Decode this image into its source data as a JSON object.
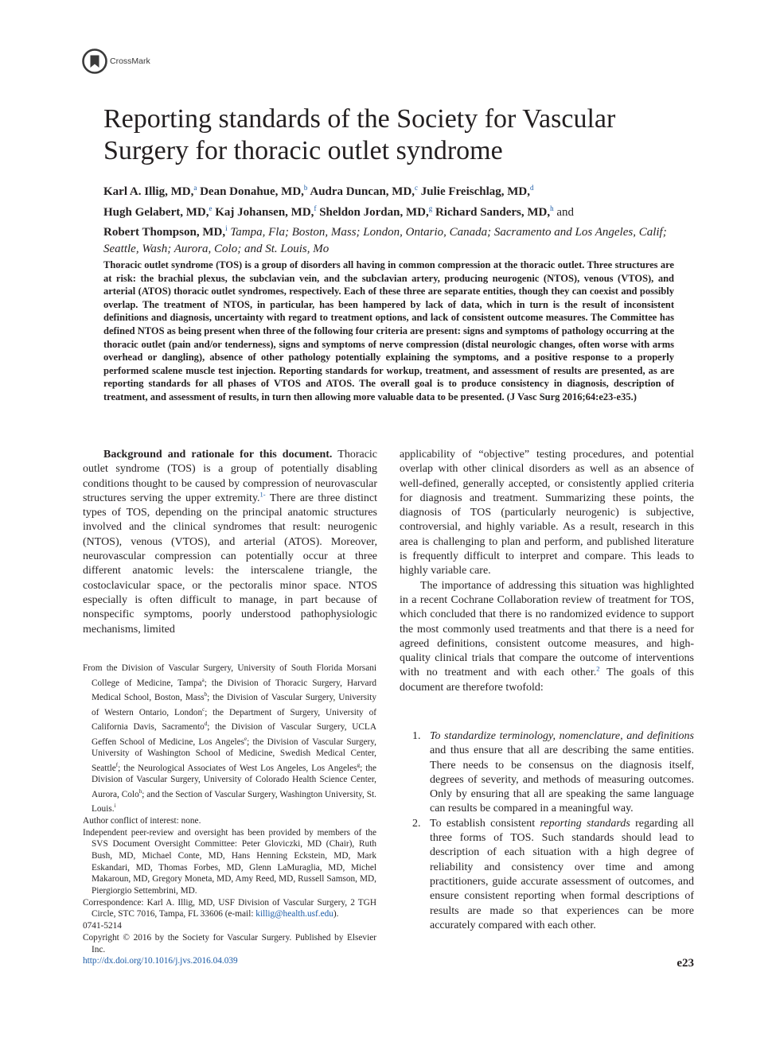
{
  "crossmark": {
    "label": "CrossMark"
  },
  "title": "Reporting standards of the Society for Vascular Surgery for thoracic outlet syndrome",
  "authors": [
    {
      "name": "Karl A. Illig, MD,",
      "sup": "a"
    },
    {
      "name": "Dean Donahue, MD,",
      "sup": "b"
    },
    {
      "name": "Audra Duncan, MD,",
      "sup": "c"
    },
    {
      "name": "Julie Freischlag, MD,",
      "sup": "d"
    },
    {
      "name": "Hugh Gelabert, MD,",
      "sup": "e"
    },
    {
      "name": "Kaj Johansen, MD,",
      "sup": "f"
    },
    {
      "name": "Sheldon Jordan, MD,",
      "sup": "g"
    },
    {
      "name": "Richard Sanders, MD,",
      "sup": "h"
    },
    {
      "name": "Robert Thompson, MD,",
      "sup": "i"
    }
  ],
  "authors_and": "and",
  "affiliation_line": "Tampa, Fla; Boston, Mass; London, Ontario, Canada; Sacramento and Los Angeles, Calif; Seattle, Wash; Aurora, Colo; and St. Louis, Mo",
  "abstract": "Thoracic outlet syndrome (TOS) is a group of disorders all having in common compression at the thoracic outlet. Three structures are at risk: the brachial plexus, the subclavian vein, and the subclavian artery, producing neurogenic (NTOS), venous (VTOS), and arterial (ATOS) thoracic outlet syndromes, respectively. Each of these three are separate entities, though they can coexist and possibly overlap. The treatment of NTOS, in particular, has been hampered by lack of data, which in turn is the result of inconsistent definitions and diagnosis, uncertainty with regard to treatment options, and lack of consistent outcome measures. The Committee has defined NTOS as being present when three of the following four criteria are present: signs and symptoms of pathology occurring at the thoracic outlet (pain and/or tenderness), signs and symptoms of nerve compression (distal neurologic changes, often worse with arms overhead or dangling), absence of other pathology potentially explaining the symptoms, and a positive response to a properly performed scalene muscle test injection. Reporting standards for workup, treatment, and assessment of results are presented, as are reporting standards for all phases of VTOS and ATOS. The overall goal is to produce consistency in diagnosis, description of treatment, and assessment of results, in turn then allowing more valuable data to be presented. (J Vasc Surg 2016;64:e23-e35.)",
  "body": {
    "heading": "Background and rationale for this document.",
    "col1_p1": "Thoracic outlet syndrome (TOS) is a group of potentially disabling conditions thought to be caused by compression of neurovascular structures serving the upper extremity.",
    "col1_ref1": "1-",
    "col1_p1b": "There are three distinct types of TOS, depending on the principal anatomic structures involved and the clinical syndromes that result: neurogenic (NTOS), venous (VTOS), and arterial (ATOS). Moreover, neurovascular compression can potentially occur at three different anatomic levels: the interscalene triangle, the costoclavicular space, or the pectoralis minor space. NTOS especially is often difficult to manage, in part because of nonspecific symptoms, poorly understood pathophysiologic mechanisms, limited",
    "col2_p1": "applicability of “objective” testing procedures, and potential overlap with other clinical disorders as well as an absence of well-defined, generally accepted, or consistently applied criteria for diagnosis and treatment. Summarizing these points, the diagnosis of TOS (particularly neurogenic) is subjective, controversial, and highly variable. As a result, research in this area is challenging to plan and perform, and published literature is frequently difficult to interpret and compare. This leads to highly variable care.",
    "col2_p2": "The importance of addressing this situation was highlighted in a recent Cochrane Collaboration review of treatment for TOS, which concluded that there is no randomized evidence to support the most commonly used treatments and that there is a need for agreed definitions, consistent outcome measures, and high-quality clinical trials that compare the outcome of interventions with no treatment and with each other.",
    "col2_ref2": "2",
    "col2_p2b": "The goals of this document are therefore twofold:"
  },
  "list": [
    {
      "num": "1.",
      "emph": "To standardize terminology, nomenclature, and definitions",
      "text": "and thus ensure that all are describing the same entities. There needs to be consensus on the diagnosis itself, degrees of severity, and methods of measuring outcomes. Only by ensuring that all are speaking the same language can results be compared in a meaningful way."
    },
    {
      "num": "2.",
      "pre": "To establish consistent",
      "emph": "reporting standards",
      "text": "regarding all three forms of TOS. Such standards should lead to description of each situation with a high degree of reliability and consistency over time and among practitioners, guide accurate assessment of outcomes, and ensure consistent reporting when formal descriptions of results are made so that experiences can be more accurately compared with each other."
    }
  ],
  "footnotes": {
    "from_a": "From the Division of Vascular Surgery, University of South Florida Morsani College of Medicine, Tampa",
    "from_b": "; the Division of Thoracic Surgery, Harvard Medical School, Boston, Mass",
    "from_c": "; the Division of Vascular Surgery, University of Western Ontario, London",
    "from_d": "; the Department of Surgery, University of California Davis, Sacramento",
    "from_e": "; the Division of Vascular Surgery, UCLA Geffen School of Medicine, Los Angeles",
    "from_f": "; the Division of Vascular Surgery, University of Washington School of Medicine, Swedish Medical Center, Seattle",
    "from_g": "; the Neurological Associates of West Los Angeles, Los Angeles",
    "from_h": "; the Division of Vascular Surgery, University of Colorado Health Science Center, Aurora, Colo",
    "from_i": "; and the Section of Vascular Surgery, Washington University, St. Louis.",
    "coi": "Author conflict of interest: none.",
    "review": "Independent peer-review and oversight has been provided by members of the SVS Document Oversight Committee: Peter Gloviczki, MD (Chair), Ruth Bush, MD, Michael Conte, MD, Hans Henning Eckstein, MD, Mark Eskandari, MD, Thomas Forbes, MD, Glenn LaMuraglia, MD, Michel Makaroun, MD, Gregory Moneta, MD, Amy Reed, MD, Russell Samson, MD, Piergiorgio Settembrini, MD.",
    "correspondence": "Correspondence: Karl A. Illig, MD, USF Division of Vascular Surgery, 2 TGH Circle, STC 7016, Tampa, FL 33606 (e-mail:",
    "email": "killig@health.usf.edu",
    "correspondence_end": ").",
    "issn": "0741-5214",
    "copyright": "Copyright © 2016 by the Society for Vascular Surgery. Published by Elsevier Inc.",
    "doi": "http://dx.doi.org/10.1016/j.jvs.2016.04.039"
  },
  "page_number": "e23"
}
